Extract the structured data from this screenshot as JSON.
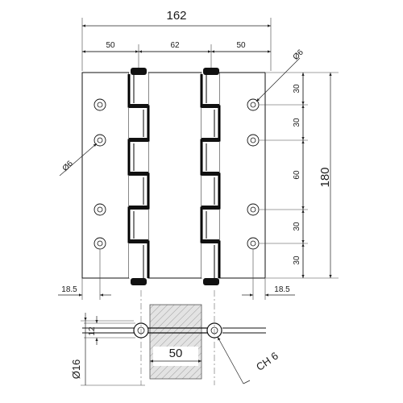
{
  "drawing": {
    "dimensions": {
      "overall_width": "162",
      "left_leaf": "50",
      "middle": "62",
      "right_leaf": "50",
      "height": "180",
      "hole_pitch_1": "30",
      "hole_pitch_2": "30",
      "hole_pitch_3": "60",
      "hole_pitch_4": "30",
      "hole_pitch_5": "30",
      "hole_dia_right": "Ø6",
      "hole_dia_left": "Ø6",
      "edge_left": "18.5",
      "edge_right": "18.5",
      "thickness": "12",
      "pin_diameter": "Ø16",
      "door_width": "50",
      "chamfer": "CH 6"
    }
  }
}
